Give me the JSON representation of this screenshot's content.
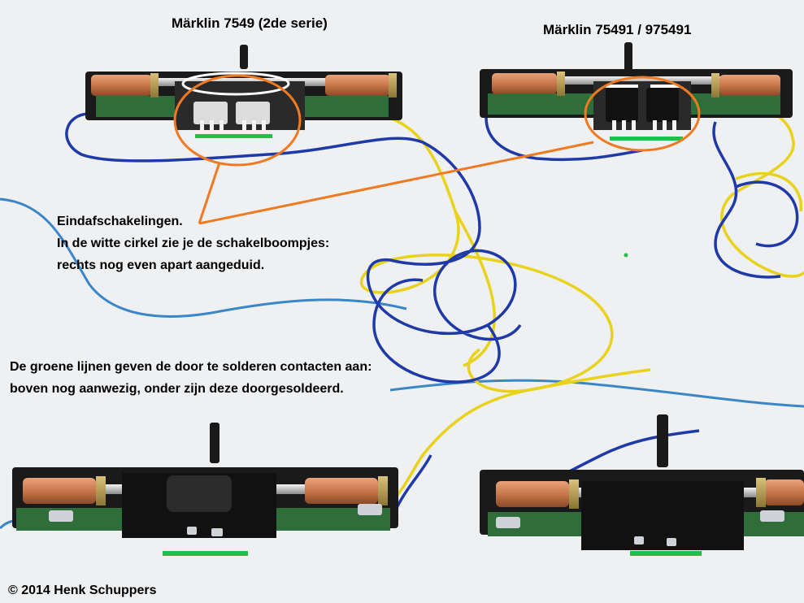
{
  "labels": {
    "left_title": "Märklin 7549 (2de serie)",
    "right_title": "Märklin 75491 / 975491"
  },
  "notes": {
    "line1": "Eindafschakelingen.",
    "line2": "In de witte cirkel zie je de schakelboompjes:",
    "line3": "rechts nog even apart aangeduid.",
    "line4": "De groene lijnen geven de door te solderen contacten aan:",
    "line5": "boven nog aanwezig, onder zijn deze doorgesoldeerd."
  },
  "copyright": "© 2014 Henk Schuppers",
  "colors": {
    "background": "#eef0f2",
    "wire_blue": "#1f3aa8",
    "wire_yellow": "#e8d21c",
    "annotation_orange": "#f07a22",
    "contact_green": "#22c04a",
    "coil_copper": "#c8774a",
    "frame_black": "#1a1a1a",
    "pcb_green": "#2f6e3a"
  }
}
